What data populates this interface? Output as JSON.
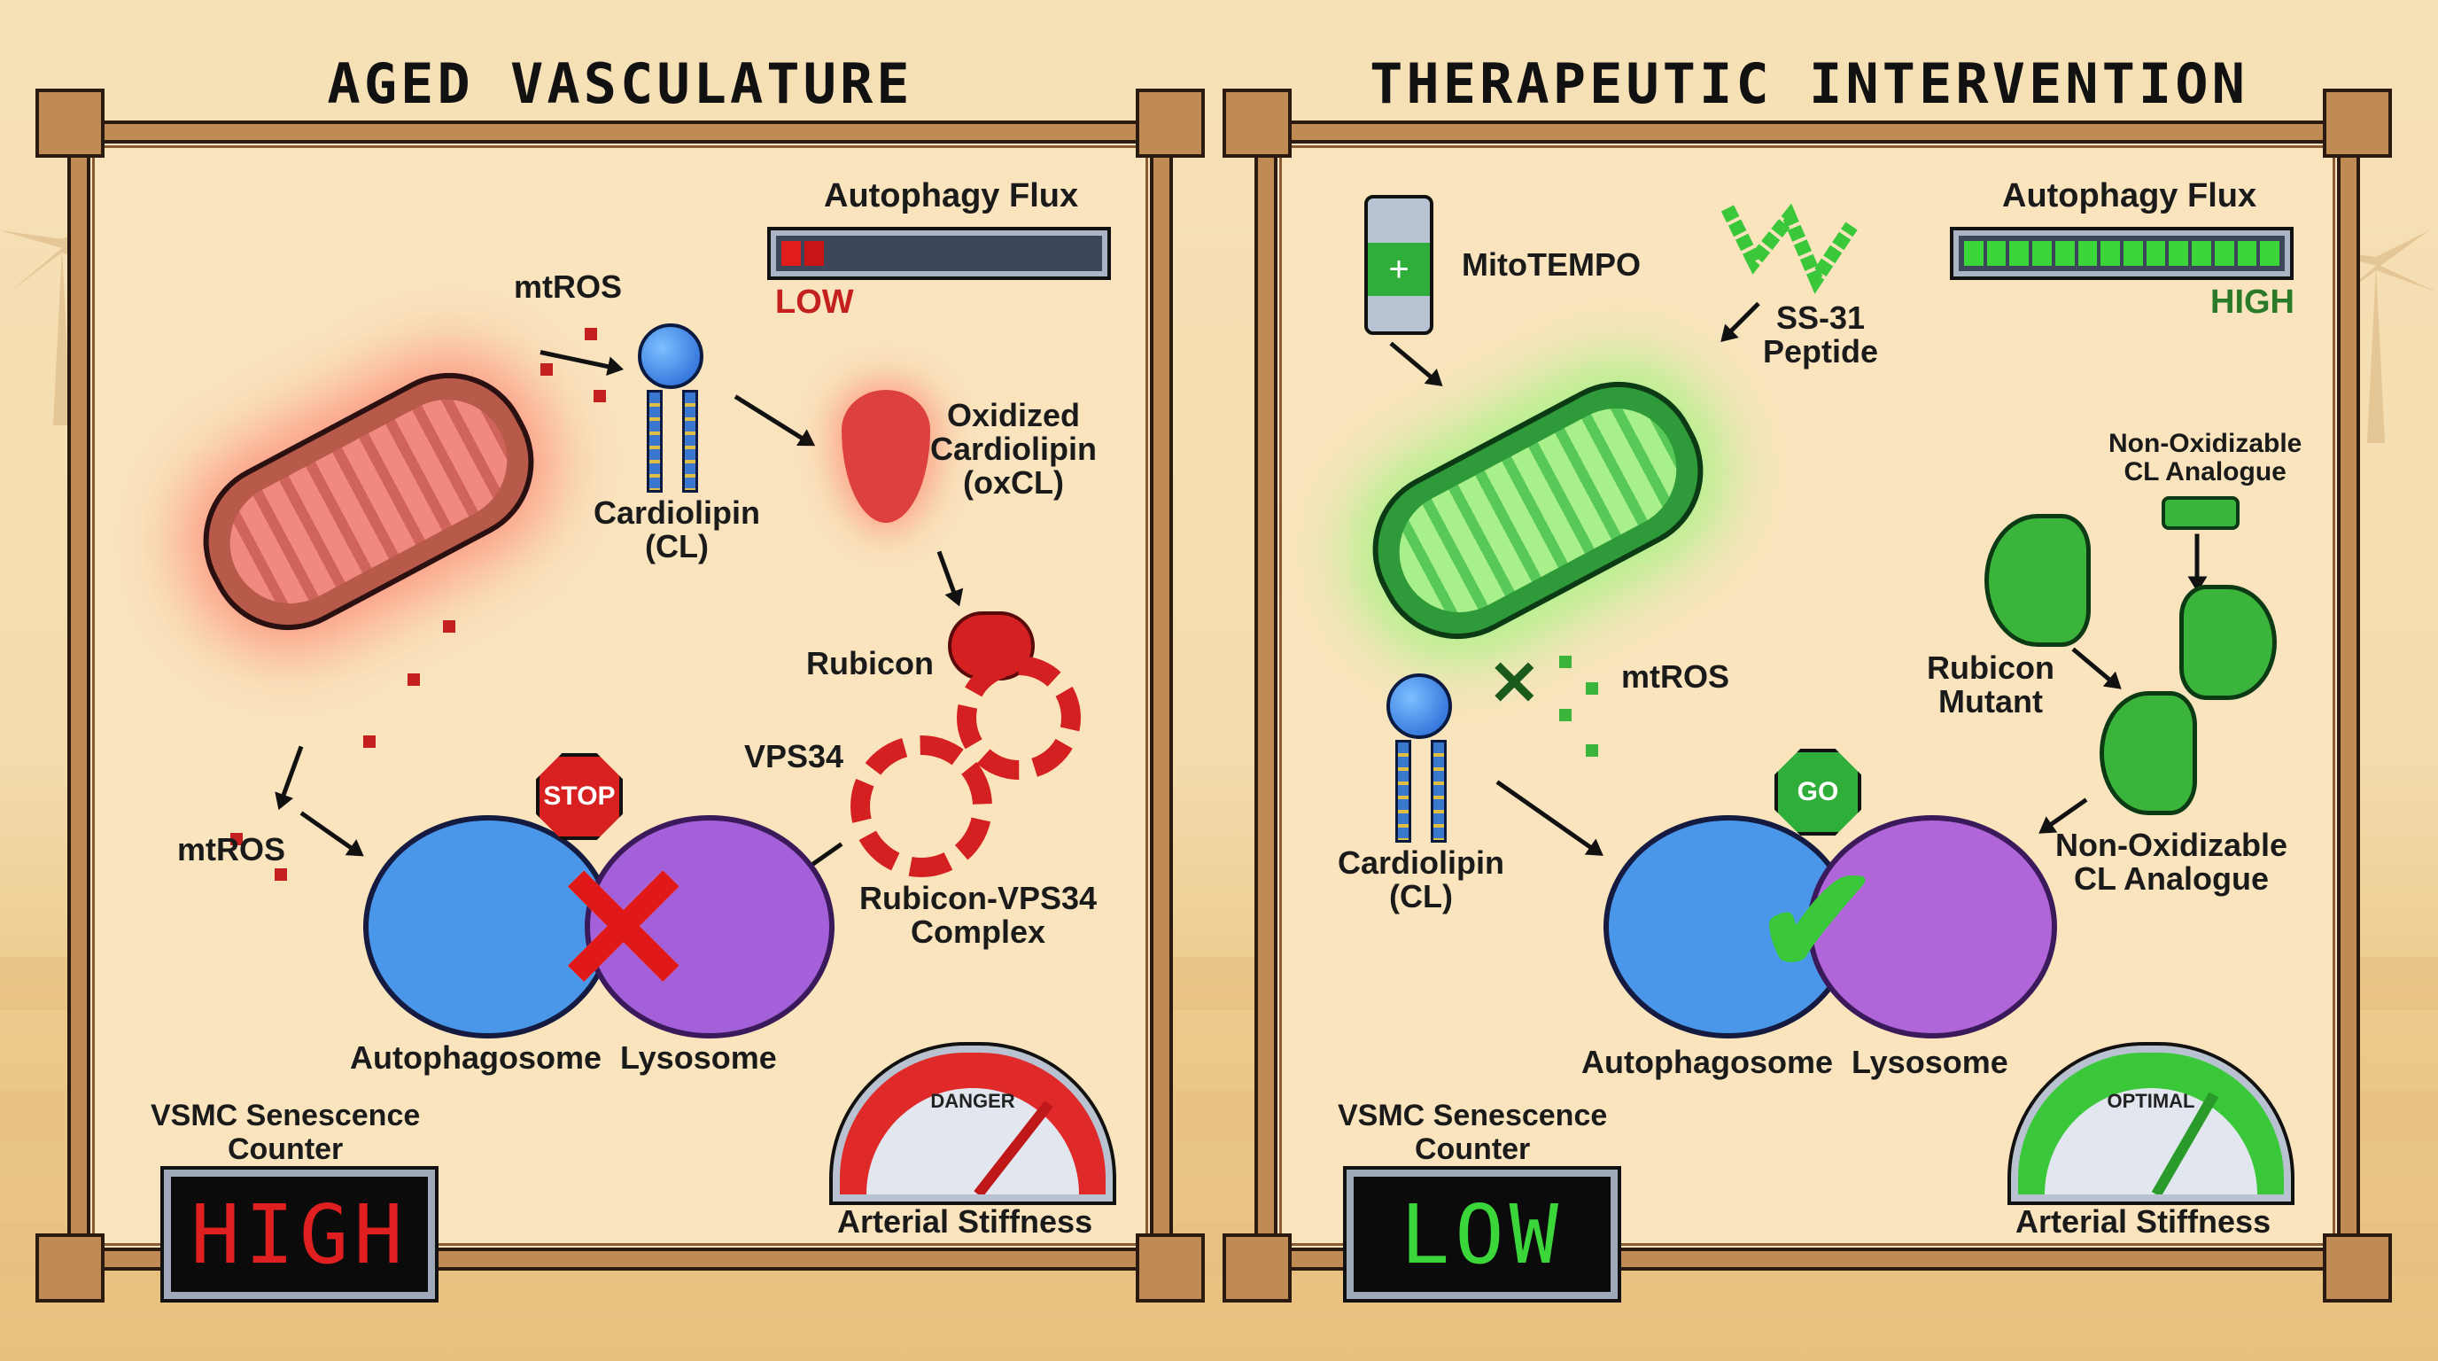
{
  "left_panel": {
    "title": "AGED VASCULATURE",
    "autophagy_flux": {
      "label": "Autophagy Flux",
      "status": "LOW",
      "filled_segments": 2,
      "total_segments": 14,
      "color": "#e21b1b"
    },
    "labels": {
      "mtros_top": "mtROS",
      "cardiolipin": "Cardiolipin\n(CL)",
      "oxidized_cl": "Oxidized\nCardiolipin\n(oxCL)",
      "rubicon": "Rubicon",
      "vps34": "VPS34",
      "complex": "Rubicon-VPS34\nComplex",
      "mtros_bottom": "mtROS",
      "autophagosome": "Autophagosome",
      "lysosome": "Lysosome",
      "stop_sign": "STOP",
      "senescence": "VSMC Senescence\nCounter",
      "senescence_value": "HIGH",
      "gauge_label": "DANGER",
      "stiffness": "Arterial Stiffness"
    },
    "colors": {
      "accent": "#d42020",
      "mito_fill": "#b85a4a",
      "glow": "#ff6a5a"
    }
  },
  "right_panel": {
    "title": "THERAPEUTIC INTERVENTION",
    "autophagy_flux": {
      "label": "Autophagy Flux",
      "status": "HIGH",
      "filled_segments": 14,
      "total_segments": 14,
      "color": "#3ad63a"
    },
    "labels": {
      "mitotempo": "MitoTEMPO",
      "ss31": "SS-31\nPeptide",
      "non_ox_top": "Non-Oxidizable\nCL Analogue",
      "rubicon_mutant": "Rubicon\nMutant",
      "mtros": "mtROS",
      "cardiolipin": "Cardiolipin\n(CL)",
      "non_ox_bottom": "Non-Oxidizable\nCL Analogue",
      "go_sign": "GO",
      "autophagosome": "Autophagosome",
      "lysosome": "Lysosome",
      "senescence": "VSMC Senescence\nCounter",
      "senescence_value": "LOW",
      "gauge_label": "OPTIMAL",
      "stiffness": "Arterial Stiffness"
    },
    "colors": {
      "accent": "#2fb52f",
      "mito_fill": "#2f9a3a",
      "glow": "#6cff5a",
      "status_text": "#2a7a2a"
    }
  }
}
